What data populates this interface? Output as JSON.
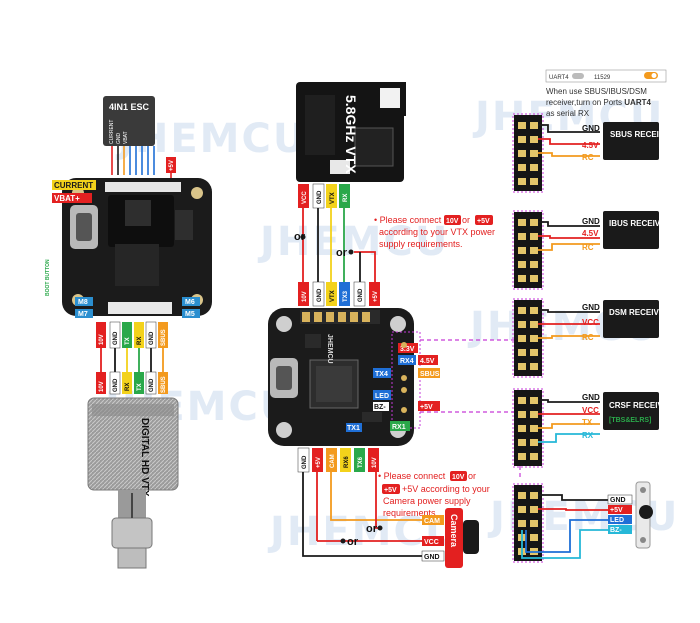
{
  "watermark": "JHEMCU",
  "esc": {
    "title": "4IN1 ESC",
    "pins": [
      "CURRENT",
      "GND",
      "VBAT"
    ]
  },
  "fc_small": {
    "labels": {
      "current": "CURRENT",
      "vbat": "VBAT+",
      "boot": "BOOT BUTTON",
      "m8": "M8",
      "m7": "M7",
      "m6": "M6",
      "m5": "M5",
      "plus5v": "+5V"
    },
    "bottom_pins": [
      "10V",
      "GND",
      "TX",
      "RX",
      "GND",
      "SBUS"
    ]
  },
  "hd_vtx": {
    "label": "DIGITAL HD VTX",
    "pins": [
      "10V",
      "GND",
      "RX",
      "TX",
      "GND",
      "SBUS"
    ]
  },
  "vtx58": {
    "title": "5.8GHz VTX",
    "pins": [
      "VCC",
      "GND",
      "VTX",
      "RX"
    ],
    "or_label": "or",
    "note_parts": [
      "Please connect ",
      "10V",
      " or ",
      "+5V",
      " according to your VTX power supply requirements."
    ],
    "note_lines": [
      "according to your VTX power",
      "supply requirements."
    ]
  },
  "fc_main": {
    "top_pins": [
      "10V",
      "GND",
      "VTX",
      "TX3",
      "GND",
      "+5V"
    ],
    "right_pads": [
      "3.3V",
      "4.5V",
      "RX4",
      "SBUS",
      "TX4",
      "LED",
      "BZ-",
      "+5V",
      "RX1"
    ],
    "bottom_pins": [
      "GND",
      "+5V",
      "CAM",
      "RX6",
      "TX6",
      "10V"
    ],
    "misc": {
      "tx1": "TX1",
      "gnd": "GND",
      "brand": "JHEMCU"
    }
  },
  "camera": {
    "title": "Camera",
    "pins": [
      "CAM",
      "VCC",
      "GND"
    ],
    "or_label": "or",
    "note_parts": [
      "Please connect ",
      "10V",
      " or"
    ],
    "note_lines": [
      "+5V according to your",
      "Camera power supply",
      "requirements."
    ]
  },
  "uart_note": {
    "switch_label": "UART4",
    "switch_value": "11529",
    "text_lines": [
      "When use SBUS/IBUS/DSM",
      "receiver,turn on Ports",
      "as serial RX"
    ],
    "uart_bold": "UART4"
  },
  "receivers": [
    {
      "title": "SBUS RECEIVER",
      "pins": [
        "GND",
        "4.5V",
        "RC"
      ]
    },
    {
      "title": "IBUS RECEIVER",
      "pins": [
        "GND",
        "4.5V",
        "RC"
      ]
    },
    {
      "title": "DSM RECEIVER",
      "pins": [
        "GND",
        "VCC",
        "RC"
      ]
    },
    {
      "title": "CRSF RECEIVER",
      "subtitle": "[TBS&ELRS]",
      "pins": [
        "GND",
        "VCC",
        "TX",
        "RX"
      ]
    }
  ],
  "buzzer": {
    "pins": [
      "GND",
      "+5V",
      "LED",
      "BZ-"
    ]
  },
  "colors": {
    "red": "#e32020",
    "black": "#1a1a1a",
    "blue": "#1f6fd6",
    "orange": "#f39a1e",
    "yellow": "#f3d21b",
    "green": "#2aa84a",
    "cyan": "#26b8d8",
    "magenta": "#c63ad8",
    "grey": "#8c8c8c"
  }
}
